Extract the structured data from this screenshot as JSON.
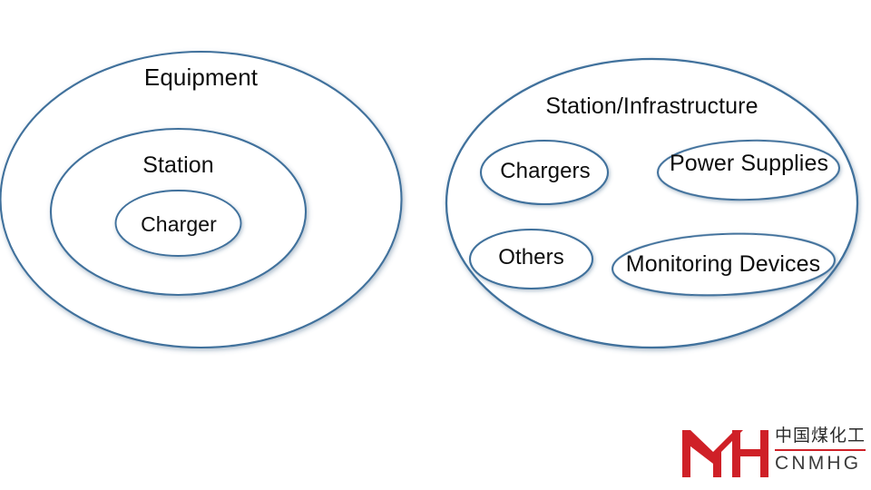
{
  "slide": {
    "background_color": "#ffffff",
    "stroke_color": "#41719c",
    "text_color": "#0d0d0d"
  },
  "left_group": {
    "name": "nested-equipment-hierarchy",
    "ellipses": [
      {
        "id": "equipment",
        "label": "Equipment",
        "level": 1
      },
      {
        "id": "station",
        "label": "Station",
        "level": 2
      },
      {
        "id": "charger",
        "label": "Charger",
        "level": 3
      }
    ]
  },
  "right_group": {
    "name": "station-infrastructure-composition",
    "container": {
      "id": "station-infrastructure",
      "label": "Station/Infrastructure"
    },
    "children": [
      {
        "id": "chargers",
        "label": "Chargers"
      },
      {
        "id": "power-supplies",
        "label": "Power Supplies"
      },
      {
        "id": "others",
        "label": "Others"
      },
      {
        "id": "monitoring-devices",
        "label": "Monitoring Devices"
      }
    ]
  },
  "logo": {
    "mark_alt": "MYH monogram",
    "mark_color": "#cf2027",
    "chinese_name": "中国煤化工",
    "english_name": "CNMHG",
    "rule_color": "#cf2027"
  }
}
